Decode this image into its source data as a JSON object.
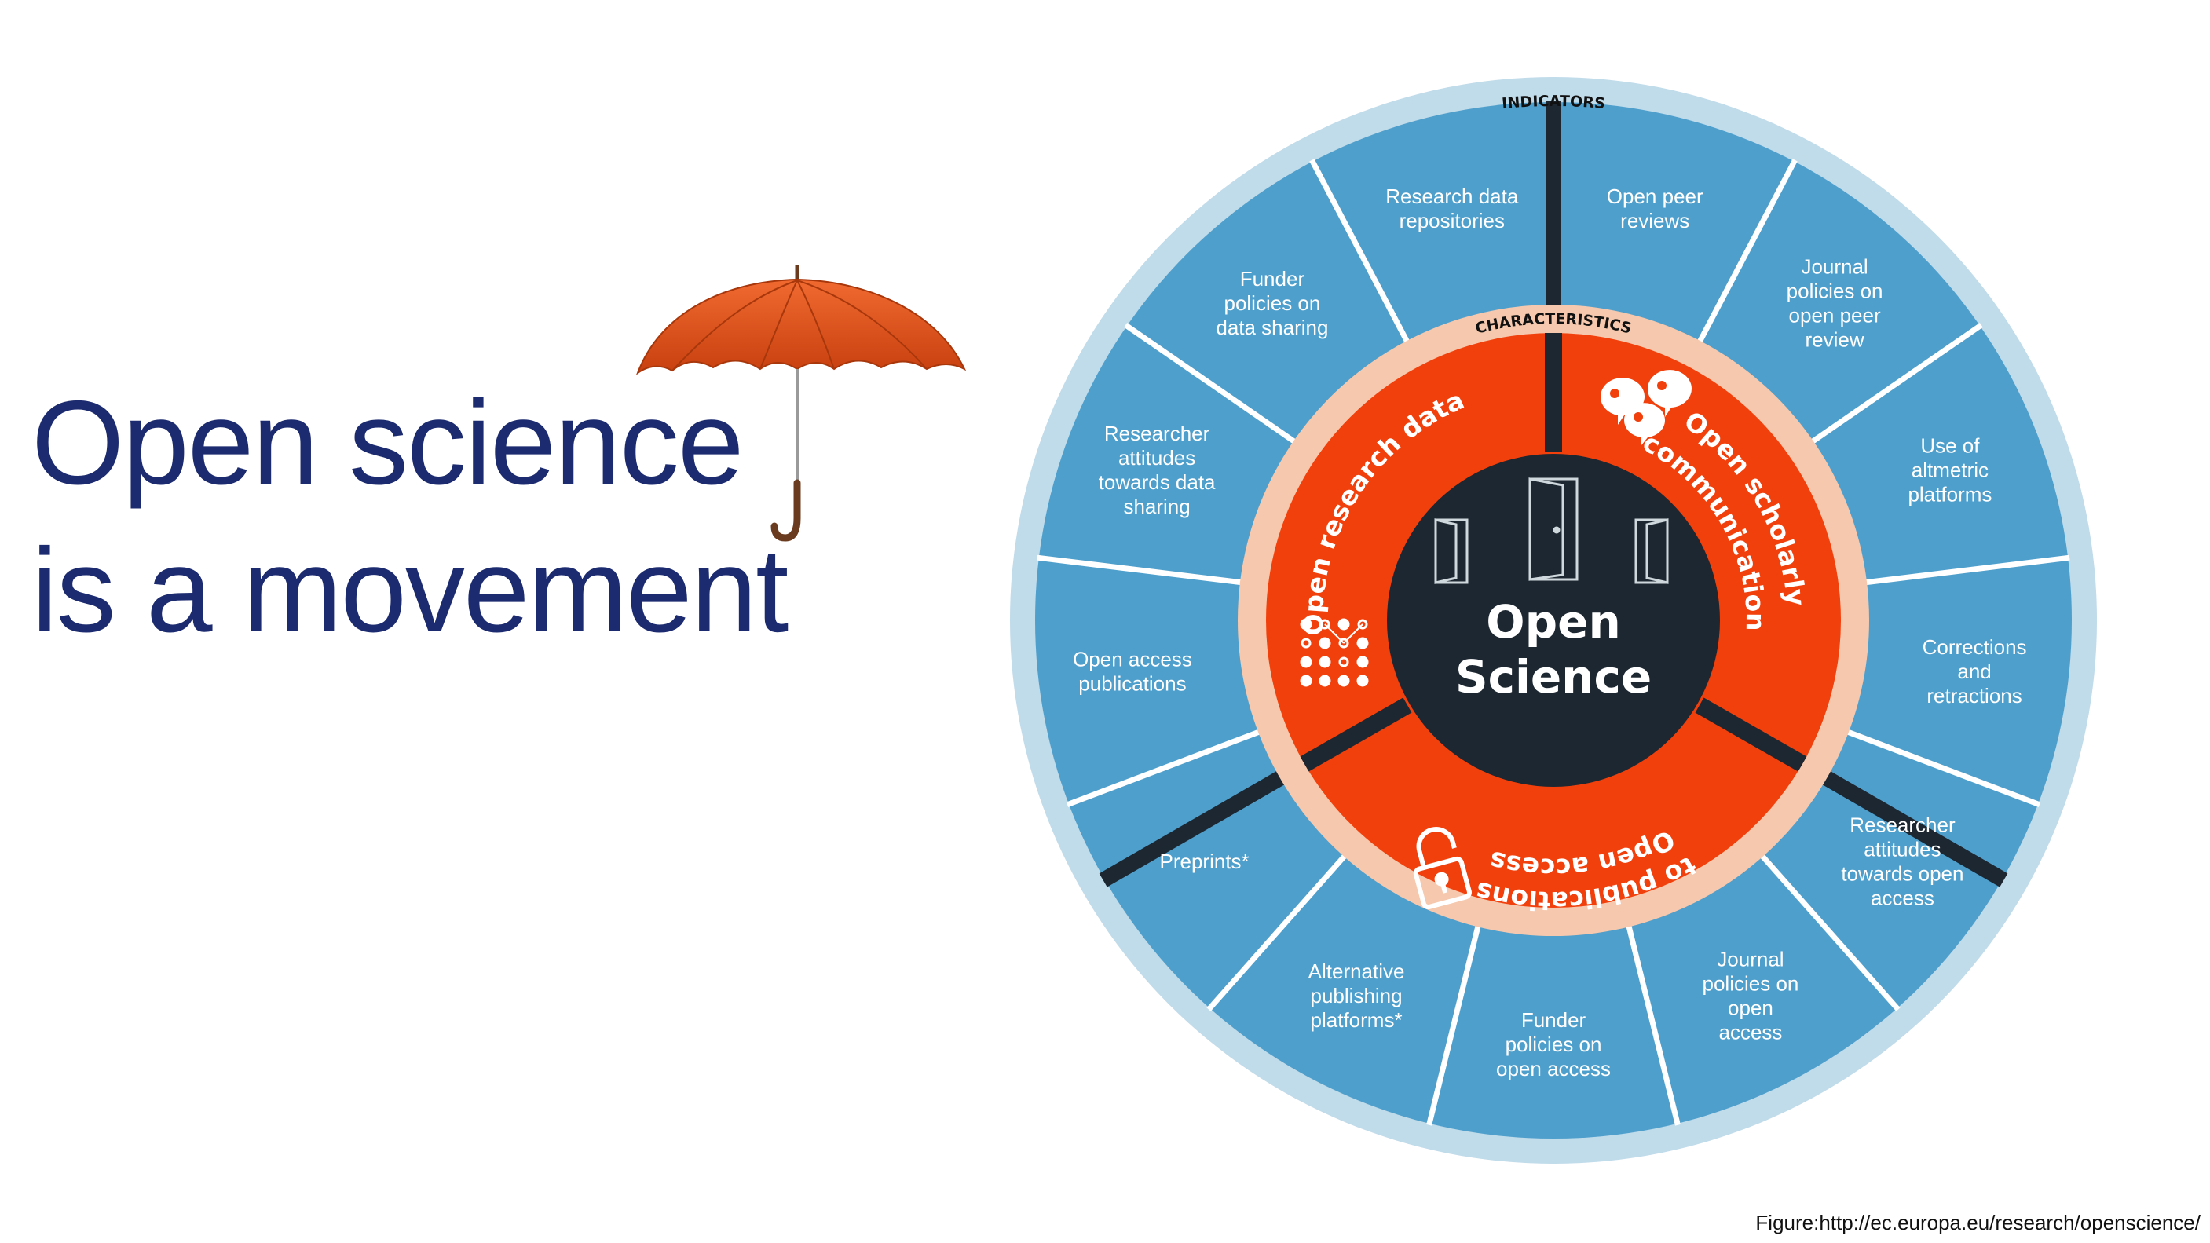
{
  "title": {
    "line1": "Open science",
    "line2": "is a movement"
  },
  "credit": "Figure:http://ec.europa.eu/research/openscience/",
  "diagram": {
    "outer_ring_label": "INDICATORS",
    "inner_ring_label": "CHARACTERISTICS",
    "center": {
      "line1": "Open",
      "line2": "Science"
    },
    "characteristics": [
      {
        "label": "Open research data",
        "icon": "data-network-icon"
      },
      {
        "label_line1": "Open scholarly",
        "label_line2": "communication",
        "icon": "people-chat-icon"
      },
      {
        "label_line1": "Open access",
        "label_line2": "to publications",
        "icon": "open-padlock-icon"
      }
    ],
    "indicators": [
      {
        "lines": [
          "Open peer",
          "reviews"
        ]
      },
      {
        "lines": [
          "Journal",
          "policies on",
          "open peer",
          "review"
        ]
      },
      {
        "lines": [
          "Use of",
          "altmetric",
          "platforms"
        ]
      },
      {
        "lines": [
          "Corrections",
          "and",
          "retractions"
        ]
      },
      {
        "lines": [
          "Researcher",
          "attitudes",
          "towards open",
          "access"
        ]
      },
      {
        "lines": [
          "Journal",
          "policies on",
          "open",
          "access"
        ]
      },
      {
        "lines": [
          "Funder",
          "policies on",
          "open access"
        ]
      },
      {
        "lines": [
          "Alternative",
          "publishing",
          "platforms*"
        ]
      },
      {
        "lines": [
          "Preprints*"
        ]
      },
      {
        "lines": [
          "Open access",
          "publications"
        ]
      },
      {
        "lines": [
          "Researcher",
          "attitudes",
          "towards data",
          "sharing"
        ]
      },
      {
        "lines": [
          "Funder",
          "policies on",
          "data sharing"
        ]
      },
      {
        "lines": [
          "Research data",
          "repositories"
        ]
      }
    ],
    "colors": {
      "outer_band": "#c0dbea",
      "segment": "#4f9fcc",
      "divider_light": "#ffffff",
      "divider_dark": "#1c2731",
      "char_ring": "#f6c8ad",
      "char_fill": "#f2400c",
      "center": "#1c2731",
      "title": "#1c2b6f",
      "umbrella": "#e0501e"
    }
  }
}
